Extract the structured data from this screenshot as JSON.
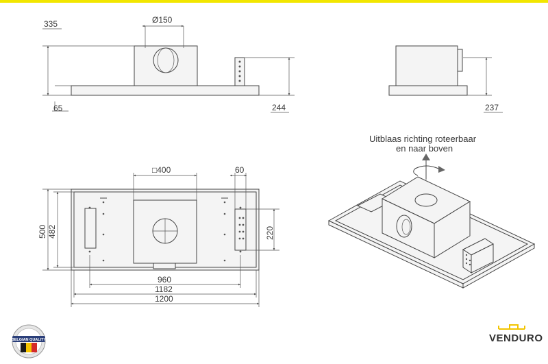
{
  "colors": {
    "accent_bar": "#f2e600",
    "line": "#444444",
    "badge_red": "#d42b2b",
    "badge_yellow": "#f5c400",
    "badge_black": "#1a1a1a"
  },
  "front_view": {
    "dim_height": "335",
    "dim_duct": "Ø150",
    "dim_panel": "65",
    "dim_right": "244"
  },
  "side_view": {
    "dim_height": "237"
  },
  "top_view": {
    "dim_motor": "□400",
    "dim_ctrl": "60",
    "dim_ctrl_h": "220",
    "dim_outer_h": "500",
    "dim_inner_h": "482",
    "dim_960": "960",
    "dim_1182": "1182",
    "dim_1200": "1200"
  },
  "iso_view": {
    "note_line1": "Uitblaas richting roteerbaar",
    "note_line2": "en naar boven"
  },
  "badge": {
    "text": "BELGIAN QUALITY"
  },
  "logo": {
    "text": "VENDURO",
    "icon": "venduro-logo-icon"
  }
}
